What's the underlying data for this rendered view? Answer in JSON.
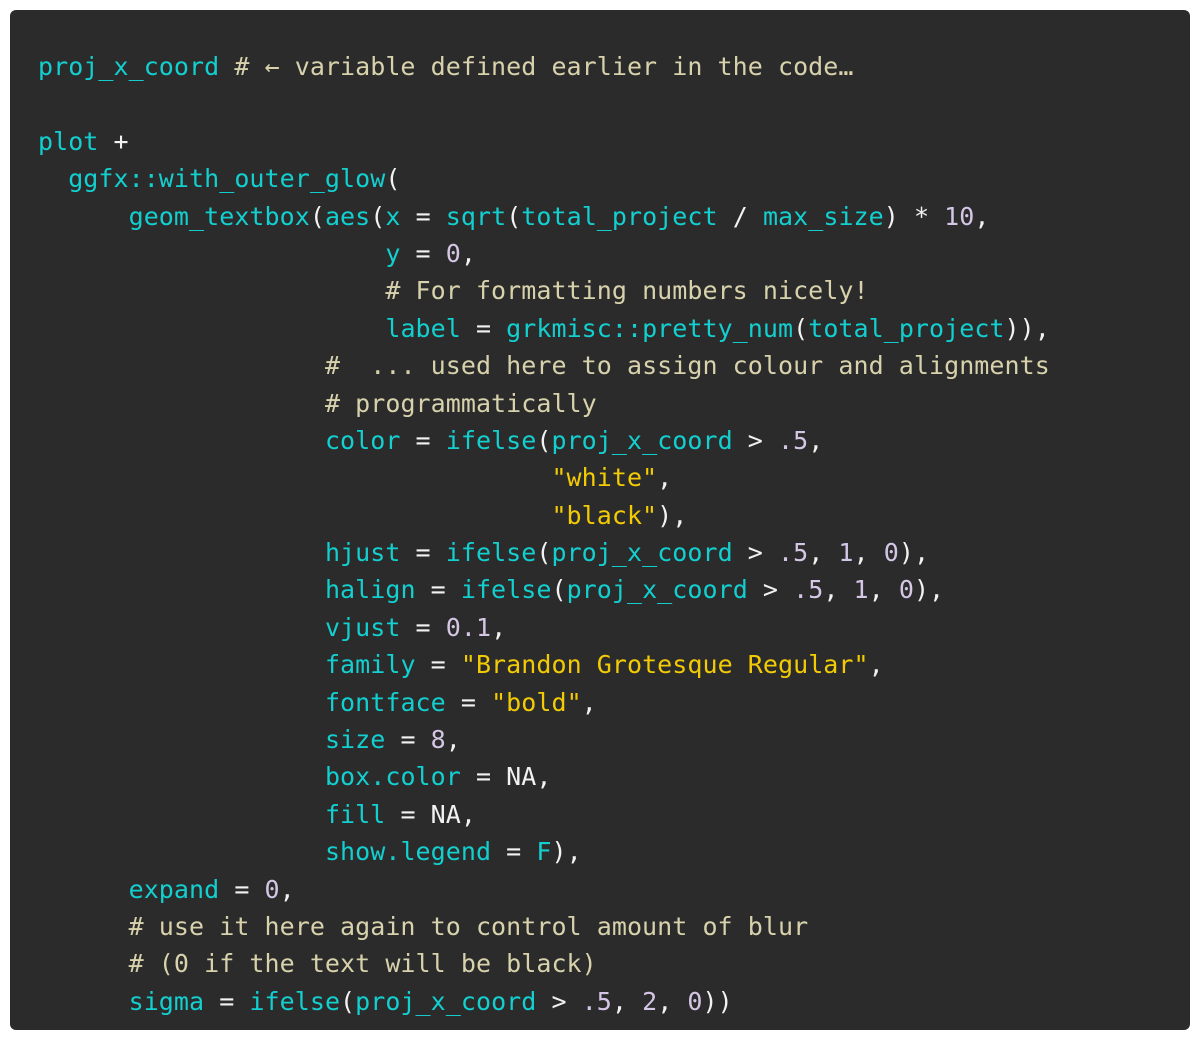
{
  "colors": {
    "background": "#2b2b2b",
    "identifier": "#13cfcf",
    "comment": "#d8d2ac",
    "number": "#d6c6e6",
    "string": "#f2cb05",
    "operator": "#f2f2f2"
  },
  "lines": [
    [
      {
        "t": "id",
        "v": "proj_x_coord"
      },
      {
        "t": "cm",
        "v": " # ← variable defined earlier in the code…"
      }
    ],
    [],
    [
      {
        "t": "id",
        "v": "plot"
      },
      {
        "t": "op",
        "v": " +"
      }
    ],
    [
      {
        "t": "ws",
        "v": "  "
      },
      {
        "t": "id",
        "v": "ggfx::with_outer_glow"
      },
      {
        "t": "op",
        "v": "("
      }
    ],
    [
      {
        "t": "ws",
        "v": "      "
      },
      {
        "t": "id",
        "v": "geom_textbox"
      },
      {
        "t": "op",
        "v": "("
      },
      {
        "t": "id",
        "v": "aes"
      },
      {
        "t": "op",
        "v": "("
      },
      {
        "t": "id",
        "v": "x"
      },
      {
        "t": "op",
        "v": " = "
      },
      {
        "t": "id",
        "v": "sqrt"
      },
      {
        "t": "op",
        "v": "("
      },
      {
        "t": "id",
        "v": "total_project"
      },
      {
        "t": "op",
        "v": " / "
      },
      {
        "t": "id",
        "v": "max_size"
      },
      {
        "t": "op",
        "v": ") * "
      },
      {
        "t": "num",
        "v": "10"
      },
      {
        "t": "op",
        "v": ","
      }
    ],
    [
      {
        "t": "ws",
        "v": "                       "
      },
      {
        "t": "id",
        "v": "y"
      },
      {
        "t": "op",
        "v": " = "
      },
      {
        "t": "num",
        "v": "0"
      },
      {
        "t": "op",
        "v": ","
      }
    ],
    [
      {
        "t": "ws",
        "v": "                       "
      },
      {
        "t": "cm",
        "v": "# For formatting numbers nicely!"
      }
    ],
    [
      {
        "t": "ws",
        "v": "                       "
      },
      {
        "t": "id",
        "v": "label"
      },
      {
        "t": "op",
        "v": " = "
      },
      {
        "t": "id",
        "v": "grkmisc::pretty_num"
      },
      {
        "t": "op",
        "v": "("
      },
      {
        "t": "id",
        "v": "total_project"
      },
      {
        "t": "op",
        "v": ")),"
      }
    ],
    [
      {
        "t": "ws",
        "v": "                   "
      },
      {
        "t": "cm",
        "v": "#  ... used here to assign colour and alignments"
      }
    ],
    [
      {
        "t": "ws",
        "v": "                   "
      },
      {
        "t": "cm",
        "v": "# programmatically"
      }
    ],
    [
      {
        "t": "ws",
        "v": "                   "
      },
      {
        "t": "id",
        "v": "color"
      },
      {
        "t": "op",
        "v": " = "
      },
      {
        "t": "id",
        "v": "ifelse"
      },
      {
        "t": "op",
        "v": "("
      },
      {
        "t": "id",
        "v": "proj_x_coord"
      },
      {
        "t": "op",
        "v": " > "
      },
      {
        "t": "num",
        "v": ".5"
      },
      {
        "t": "op",
        "v": ","
      }
    ],
    [
      {
        "t": "ws",
        "v": "                                  "
      },
      {
        "t": "str",
        "v": "\"white\""
      },
      {
        "t": "op",
        "v": ","
      }
    ],
    [
      {
        "t": "ws",
        "v": "                                  "
      },
      {
        "t": "str",
        "v": "\"black\""
      },
      {
        "t": "op",
        "v": "),"
      }
    ],
    [
      {
        "t": "ws",
        "v": "                   "
      },
      {
        "t": "id",
        "v": "hjust"
      },
      {
        "t": "op",
        "v": " = "
      },
      {
        "t": "id",
        "v": "ifelse"
      },
      {
        "t": "op",
        "v": "("
      },
      {
        "t": "id",
        "v": "proj_x_coord"
      },
      {
        "t": "op",
        "v": " > "
      },
      {
        "t": "num",
        "v": ".5"
      },
      {
        "t": "op",
        "v": ", "
      },
      {
        "t": "num",
        "v": "1"
      },
      {
        "t": "op",
        "v": ", "
      },
      {
        "t": "num",
        "v": "0"
      },
      {
        "t": "op",
        "v": "),"
      }
    ],
    [
      {
        "t": "ws",
        "v": "                   "
      },
      {
        "t": "id",
        "v": "halign"
      },
      {
        "t": "op",
        "v": " = "
      },
      {
        "t": "id",
        "v": "ifelse"
      },
      {
        "t": "op",
        "v": "("
      },
      {
        "t": "id",
        "v": "proj_x_coord"
      },
      {
        "t": "op",
        "v": " > "
      },
      {
        "t": "num",
        "v": ".5"
      },
      {
        "t": "op",
        "v": ", "
      },
      {
        "t": "num",
        "v": "1"
      },
      {
        "t": "op",
        "v": ", "
      },
      {
        "t": "num",
        "v": "0"
      },
      {
        "t": "op",
        "v": "),"
      }
    ],
    [
      {
        "t": "ws",
        "v": "                   "
      },
      {
        "t": "id",
        "v": "vjust"
      },
      {
        "t": "op",
        "v": " = "
      },
      {
        "t": "num",
        "v": "0.1"
      },
      {
        "t": "op",
        "v": ","
      }
    ],
    [
      {
        "t": "ws",
        "v": "                   "
      },
      {
        "t": "id",
        "v": "family"
      },
      {
        "t": "op",
        "v": " = "
      },
      {
        "t": "str",
        "v": "\"Brandon Grotesque Regular\""
      },
      {
        "t": "op",
        "v": ","
      }
    ],
    [
      {
        "t": "ws",
        "v": "                   "
      },
      {
        "t": "id",
        "v": "fontface"
      },
      {
        "t": "op",
        "v": " = "
      },
      {
        "t": "str",
        "v": "\"bold\""
      },
      {
        "t": "op",
        "v": ","
      }
    ],
    [
      {
        "t": "ws",
        "v": "                   "
      },
      {
        "t": "id",
        "v": "size"
      },
      {
        "t": "op",
        "v": " = "
      },
      {
        "t": "num",
        "v": "8"
      },
      {
        "t": "op",
        "v": ","
      }
    ],
    [
      {
        "t": "ws",
        "v": "                   "
      },
      {
        "t": "id",
        "v": "box.color"
      },
      {
        "t": "op",
        "v": " = NA,"
      }
    ],
    [
      {
        "t": "ws",
        "v": "                   "
      },
      {
        "t": "id",
        "v": "fill"
      },
      {
        "t": "op",
        "v": " = NA,"
      }
    ],
    [
      {
        "t": "ws",
        "v": "                   "
      },
      {
        "t": "id",
        "v": "show.legend"
      },
      {
        "t": "op",
        "v": " = "
      },
      {
        "t": "id",
        "v": "F"
      },
      {
        "t": "op",
        "v": "),"
      }
    ],
    [
      {
        "t": "ws",
        "v": "      "
      },
      {
        "t": "id",
        "v": "expand"
      },
      {
        "t": "op",
        "v": " = "
      },
      {
        "t": "num",
        "v": "0"
      },
      {
        "t": "op",
        "v": ","
      }
    ],
    [
      {
        "t": "ws",
        "v": "      "
      },
      {
        "t": "cm",
        "v": "# use it here again to control amount of blur"
      }
    ],
    [
      {
        "t": "ws",
        "v": "      "
      },
      {
        "t": "cm",
        "v": "# (0 if the text will be black)"
      }
    ],
    [
      {
        "t": "ws",
        "v": "      "
      },
      {
        "t": "id",
        "v": "sigma"
      },
      {
        "t": "op",
        "v": " = "
      },
      {
        "t": "id",
        "v": "ifelse"
      },
      {
        "t": "op",
        "v": "("
      },
      {
        "t": "id",
        "v": "proj_x_coord"
      },
      {
        "t": "op",
        "v": " > "
      },
      {
        "t": "num",
        "v": ".5"
      },
      {
        "t": "op",
        "v": ", "
      },
      {
        "t": "num",
        "v": "2"
      },
      {
        "t": "op",
        "v": ", "
      },
      {
        "t": "num",
        "v": "0"
      },
      {
        "t": "op",
        "v": "))"
      }
    ]
  ]
}
